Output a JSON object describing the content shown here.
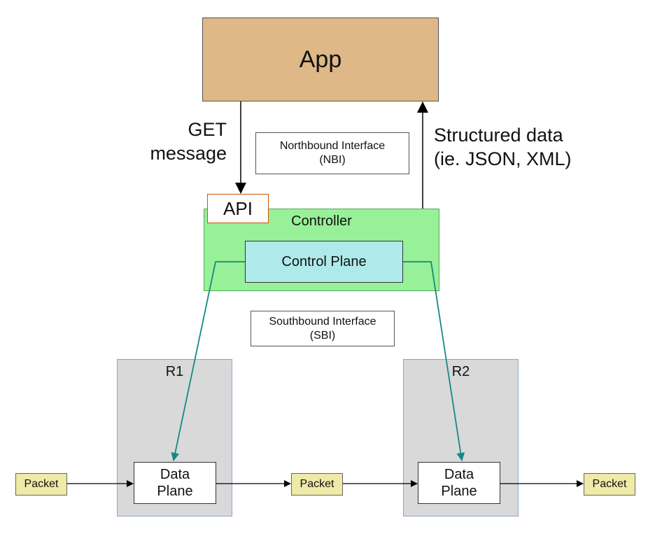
{
  "app": {
    "label": "App"
  },
  "api": {
    "label": "API"
  },
  "controller": {
    "label": "Controller",
    "control_plane": "Control Plane"
  },
  "nbi": {
    "line1": "Northbound Interface",
    "line2": "(NBI)"
  },
  "sbi": {
    "line1": "Southbound Interface",
    "line2": "(SBI)"
  },
  "get_message": {
    "line1": "GET",
    "line2": "message"
  },
  "structured_data": {
    "line1": "Structured data",
    "line2": "(ie. JSON, XML)"
  },
  "routers": [
    {
      "name": "R1",
      "data_plane_line1": "Data",
      "data_plane_line2": "Plane"
    },
    {
      "name": "R2",
      "data_plane_line1": "Data",
      "data_plane_line2": "Plane"
    }
  ],
  "packets": [
    "Packet",
    "Packet",
    "Packet"
  ],
  "colors": {
    "app": "#deb887",
    "controller": "#98f098",
    "control_plane": "#aeeaea",
    "router": "#d9d9d9",
    "packet": "#eeeaa8",
    "sbi_arrow": "#138a82",
    "api_border": "#cc5500"
  }
}
